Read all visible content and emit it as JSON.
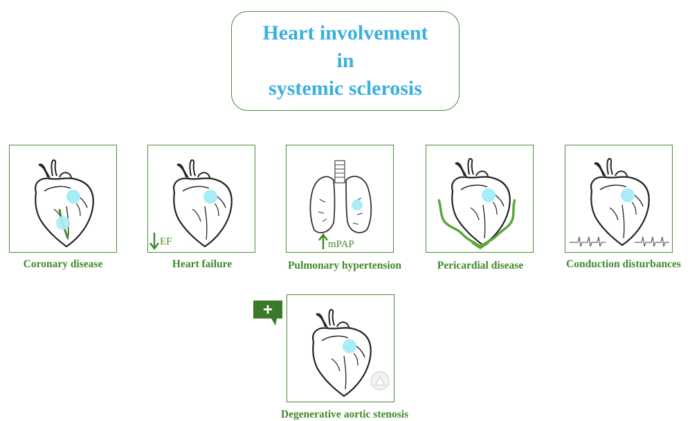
{
  "title": {
    "line1": "Heart involvement",
    "line2": "in",
    "line3": "systemic sclerosis"
  },
  "cards": [
    {
      "label": "Coronary disease",
      "icon": "heart-coronary-icon"
    },
    {
      "label": "Heart failure",
      "icon": "heart-icon",
      "annotation": "EF"
    },
    {
      "label": "Pulmonary hypertension",
      "icon": "lungs-icon",
      "annotation": "mPAP"
    },
    {
      "label": "Pericardial disease",
      "icon": "heart-pericardium-icon"
    },
    {
      "label": "Conduction disturbances",
      "icon": "heart-ecg-icon"
    },
    {
      "label": "Degenerative aortic stenosis",
      "icon": "heart-valve-icon"
    }
  ],
  "add_button": {
    "symbol": "+",
    "icon": "plus-icon"
  },
  "colors": {
    "title": "#3ab0e0",
    "accent_green": "#3f8a2a",
    "border_green": "#4a8a3a",
    "highlight": "#a8ecf7",
    "badge": "#3a7a2a"
  }
}
